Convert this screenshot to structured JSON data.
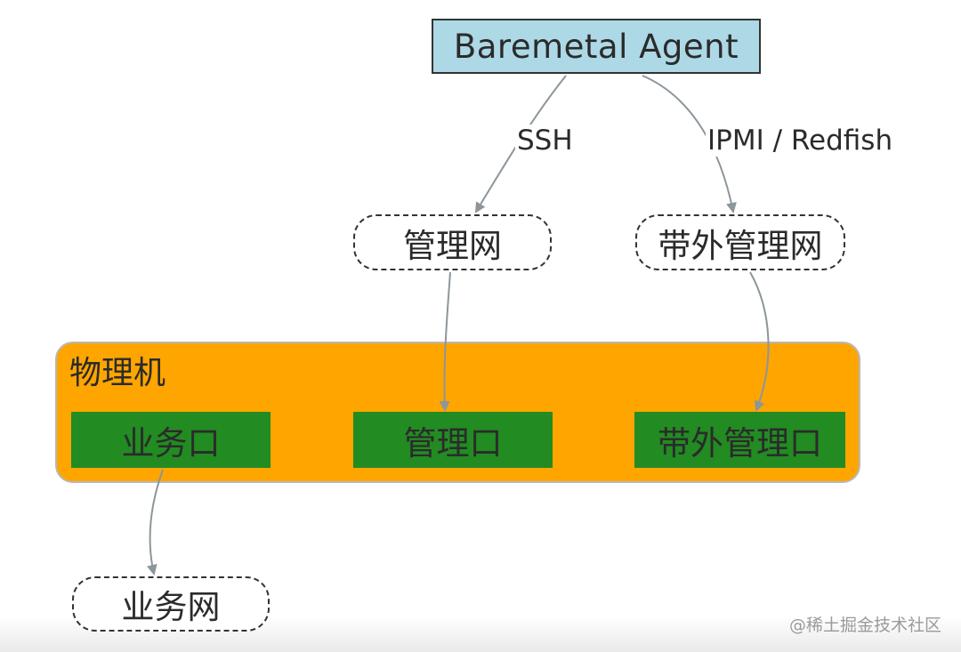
{
  "agent": {
    "label": "Baremetal Agent"
  },
  "edges": {
    "ssh_label": "SSH",
    "ipmi_label": "IPMI / Redfish",
    "color": "#8c969b"
  },
  "networks": {
    "mgmt": "管理网",
    "oob": "带外管理网",
    "biz": "业务网"
  },
  "host": {
    "label": "物理机",
    "color": "#ffa500",
    "ports": {
      "biz": "业务口",
      "mgmt": "管理口",
      "oob": "带外管理口"
    },
    "port_color": "#228b22"
  },
  "agent_color": "#add8e6",
  "watermark": "@稀土掘金技术社区"
}
